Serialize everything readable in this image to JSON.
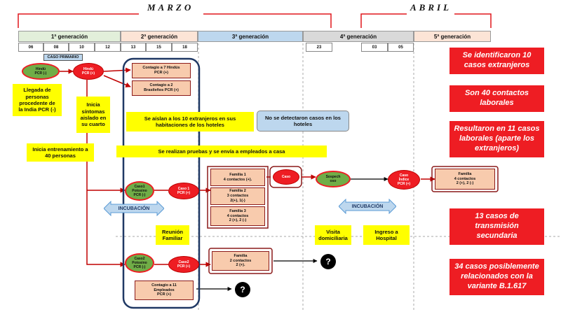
{
  "months": {
    "march": "MARZO",
    "april": "ABRIL"
  },
  "generations": [
    {
      "label": "1ª generación",
      "color": "#e2efda"
    },
    {
      "label": "2ª generación",
      "color": "#fce4d6"
    },
    {
      "label": "3ª generación",
      "color": "#bdd7ee"
    },
    {
      "label": "4ª generación",
      "color": "#d9d9d9"
    },
    {
      "label": "5ª generación",
      "color": "#fce4d6"
    }
  ],
  "days": [
    "06",
    "08",
    "10",
    "12",
    "13",
    "15",
    "18",
    "23",
    "03",
    "05"
  ],
  "caso_primario": "CASO PRIMARIO",
  "nodes": {
    "hindu_neg": "Hindú\nPCR (-)",
    "hindu_pos": "Hindú\nPCR (+)",
    "caso1_potosino": "Caso1\nPotosino\nPCR (-)",
    "caso1": "Caso 1\nPCR (+)",
    "caso2_potosino": "Caso2\nPotosino\nPCR (-)",
    "caso2": "Caso2\nPCR (+)",
    "caso": "Caso",
    "sospechoso": "Sospech\noso",
    "caso_indice": "Caso\nÍndice\nPCR (+)"
  },
  "boxes": {
    "contagio_hindus": "Contagio a 7 Hindús\nPCR (+)",
    "contagio_brasilenos": "Contagio a 2\nBrasileños PCR (+)",
    "familia1": "Familia 1\n4 contactos (+).",
    "familia2": "Familia 2\n3 contactos\n2(+), 1(-)",
    "familia3": "Familia 3\n4 contactos\n2 (+), 2 (-)",
    "familia_caso2": "Familia\n2 contactos\n2 (+).",
    "contagio_empleados": "Contagio a 11\nEmpleados\nPCR (+)",
    "familia_final": "Familia\n4 contactos\n2 (+), 2 (-)"
  },
  "notes": {
    "llegada": "Llegada de\npersonas\nprocedente de\nla India PCR (-)",
    "sintomas": "Inicia\nsíntomas\naislado en\nsu cuarto",
    "entrenamiento": "Inicia entrenamiento a\n40 personas",
    "aislan": "Se aíslan a los 10 extranjeros en sus\nhabitaciones de los hoteles",
    "no_casos": "No se detectaron casos en los\nhoteles",
    "pruebas": "Se realizan pruebas y se envía a empleados a casa",
    "reunion": "Reunión\nFamiliar",
    "visita": "Visita\ndomiciliaria",
    "ingreso": "Ingreso a\nHospital",
    "incubacion1": "INCUBACIÓN",
    "incubacion2": "INCUBACIÓN",
    "q1": "?",
    "q2": "?"
  },
  "summary": [
    "Se identificaron 10\ncasos extranjeros",
    "Son 40 contactos\nlaborales",
    "Resultaron en 11 casos\nlaborales (aparte los\nextranjeros)",
    "13 casos de\ntransmisión\nsecundaria",
    "34 casos posiblemente\nrelacionados con la\nvariante B.1.617"
  ]
}
